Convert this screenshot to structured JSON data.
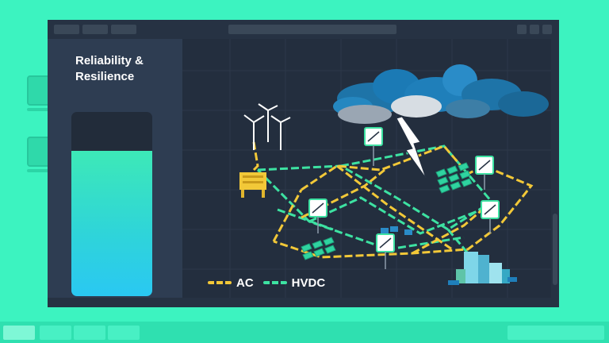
{
  "window": {
    "titlebar_buttons": 3,
    "control_buttons": 3
  },
  "sidebar": {
    "title": "Reliability &\nResilience",
    "gauge_level": 0.79,
    "gauge_colors": [
      "#3de9b7",
      "#2ac8f2"
    ]
  },
  "map": {
    "legend": [
      {
        "label": "AC",
        "color": "#f2c838"
      },
      {
        "label": "HVDC",
        "color": "#3de2a2"
      }
    ],
    "icons": [
      "wind-turbine-icon",
      "offshore-platform-icon",
      "converter-station-icon",
      "solar-panel-icon",
      "city-buildings-icon",
      "storm-cloud-icon",
      "lightning-bolt-icon"
    ]
  },
  "colors": {
    "desktop": "#3cf3c0",
    "window": "#2b3848",
    "canvas": "#232e3e",
    "ac_line": "#f2c838",
    "hvdc_line": "#3de2a2"
  }
}
